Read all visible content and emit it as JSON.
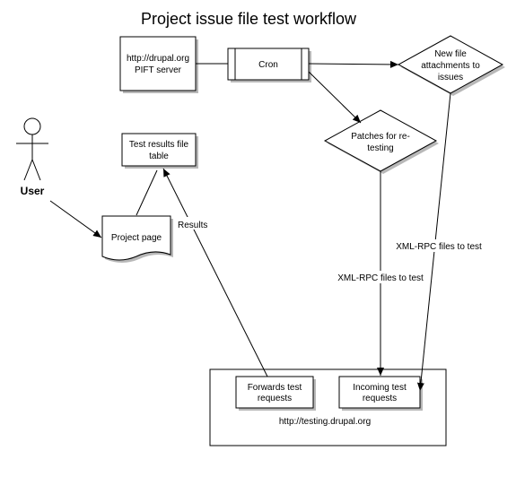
{
  "title": "Project issue file test workflow",
  "nodes": {
    "pift_server": [
      "http://drupal.org",
      "PIFT server"
    ],
    "cron": "Cron",
    "new_attachments": [
      "New file",
      "attachments to",
      "issues"
    ],
    "patches_retesting": [
      "Patches for re-",
      "testing"
    ],
    "results_table": [
      "Test results file",
      "table"
    ],
    "user": "User",
    "project_page": "Project page",
    "testing_site": "http://testing.drupal.org",
    "forwards_requests": [
      "Forwards test",
      "requests"
    ],
    "incoming_requests": [
      "Incoming test",
      "requests"
    ]
  },
  "edges": {
    "results": "Results",
    "xmlrpc_patches": "XML-RPC files to test",
    "xmlrpc_new": "XML-RPC files to test"
  }
}
